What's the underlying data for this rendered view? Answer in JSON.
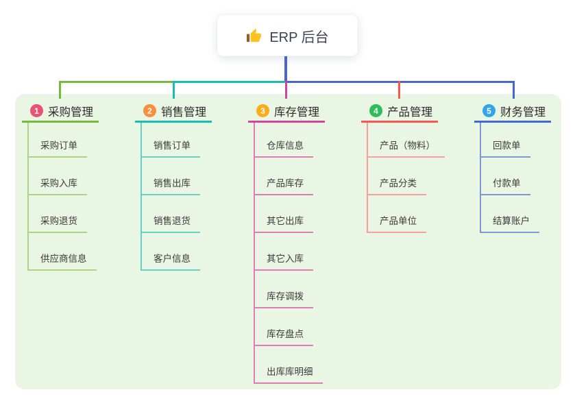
{
  "root": {
    "title": "ERP 后台",
    "icon": "thumbs-up-icon",
    "icon_colors": {
      "hand": "#fcc21d",
      "cuff": "#8d6031"
    },
    "text_color": "#3a4354",
    "connector_color": "#4766d6"
  },
  "canvas": {
    "panel_color": "#e9f6e3",
    "background": "#ffffff"
  },
  "branches": [
    {
      "index": "1",
      "label": "采购管理",
      "badge_color": "#eb5170",
      "line_color": "#76ba3a",
      "child_line_color": "#a9d584",
      "children": [
        "采购订单",
        "采购入库",
        "采购退货",
        "供应商信息"
      ]
    },
    {
      "index": "2",
      "label": "销售管理",
      "badge_color": "#f78f3f",
      "line_color": "#19bcb2",
      "child_line_color": "#67d1c6",
      "children": [
        "销售订单",
        "销售出库",
        "销售退货",
        "客户信息"
      ]
    },
    {
      "index": "3",
      "label": "库存管理",
      "badge_color": "#fbab1c",
      "line_color": "#d4439d",
      "child_line_color": "#e27ab8",
      "children": [
        "仓库信息",
        "产品库存",
        "其它出库",
        "其它入库",
        "库存调拨",
        "库存盘点",
        "出库库明细"
      ]
    },
    {
      "index": "4",
      "label": "产品管理",
      "badge_color": "#2ebd5b",
      "line_color": "#fa564f",
      "child_line_color": "#fb9f9a",
      "children": [
        "产品（物料）",
        "产品分类",
        "产品单位"
      ]
    },
    {
      "index": "5",
      "label": "财务管理",
      "badge_color": "#34a4e8",
      "line_color": "#4766d6",
      "child_line_color": "#8096d9",
      "children": [
        "回款单",
        "付款单",
        "结算账户"
      ]
    }
  ]
}
